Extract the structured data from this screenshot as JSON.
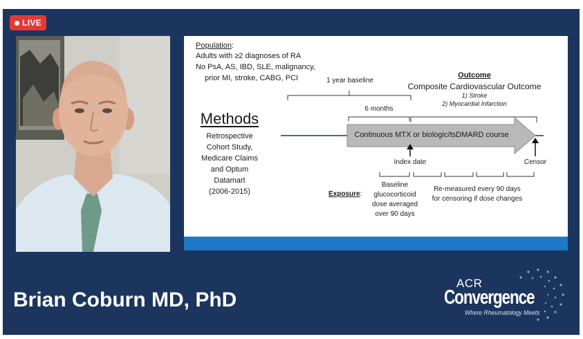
{
  "live_badge": {
    "label": "LIVE"
  },
  "slide": {
    "population": {
      "heading": "Population",
      "heading_suffix": ":",
      "lines": [
        "Adults with ≥2 diagnoses of RA",
        "No PsA, AS, IBD, SLE, malignancy,",
        "prior MI, stroke, CABG, PCI"
      ]
    },
    "outcome": {
      "heading": "Outcome",
      "subtitle": "Composite Cardiovascular Outcome",
      "items": [
        "1) Stroke",
        "2) Myocardial Infarction"
      ]
    },
    "methods": {
      "title": "Methods",
      "lines": [
        "Retrospective",
        "Cohort Study,",
        "Medicare Claims",
        "and Optum",
        "Datamart",
        "(2006-2015)"
      ]
    },
    "timeline": {
      "baseline_label": "1 year baseline",
      "six_months_label": "6 months",
      "course_label": "Continuous MTX or biologic/tsDMARD course",
      "index_label": "Index date",
      "censor_label": "Censor"
    },
    "exposure": {
      "heading": "Exposure",
      "heading_suffix": ":",
      "baseline_lines": [
        "Baseline",
        "glucocorticoid",
        "dose averaged",
        "over 90 days"
      ],
      "remeasure_lines": [
        "Re-measured every 90 days",
        "for censoring if dose changes"
      ]
    }
  },
  "speaker": {
    "name": "Brian Coburn MD, PhD"
  },
  "logo": {
    "org": "ACR",
    "event": "Convergence",
    "tagline": "Where Rheumatology Meets"
  },
  "colors": {
    "background": "#1c355e",
    "live": "#e53935",
    "slide_stripe": "#1b79c8",
    "arrow": "#b9b9b9",
    "timeline": "#1f2d6b"
  }
}
